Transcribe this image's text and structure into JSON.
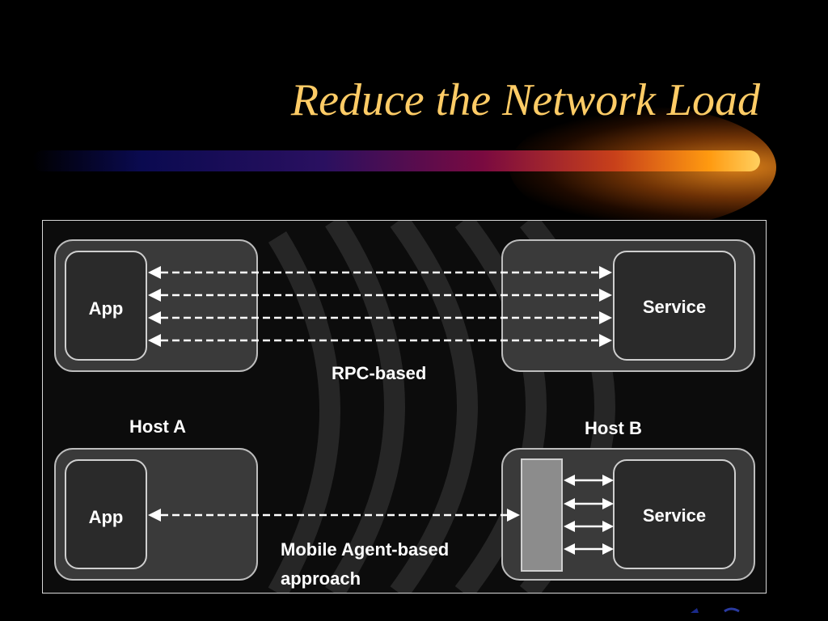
{
  "slide": {
    "title": "Reduce the Network Load"
  },
  "diagram": {
    "rpc": {
      "app_label": "App",
      "service_label": "Service",
      "caption": "RPC-based"
    },
    "host_a_label": "Host A",
    "host_b_label": "Host B",
    "mobile": {
      "app_label": "App",
      "service_label": "Service",
      "caption_line1": "Mobile Agent-based",
      "caption_line2": "approach"
    }
  },
  "colors": {
    "title": "#ffcc66",
    "box_fill": "#3a3a3a",
    "agent_fill": "#8c8c8c",
    "arrow": "#ffffff"
  }
}
